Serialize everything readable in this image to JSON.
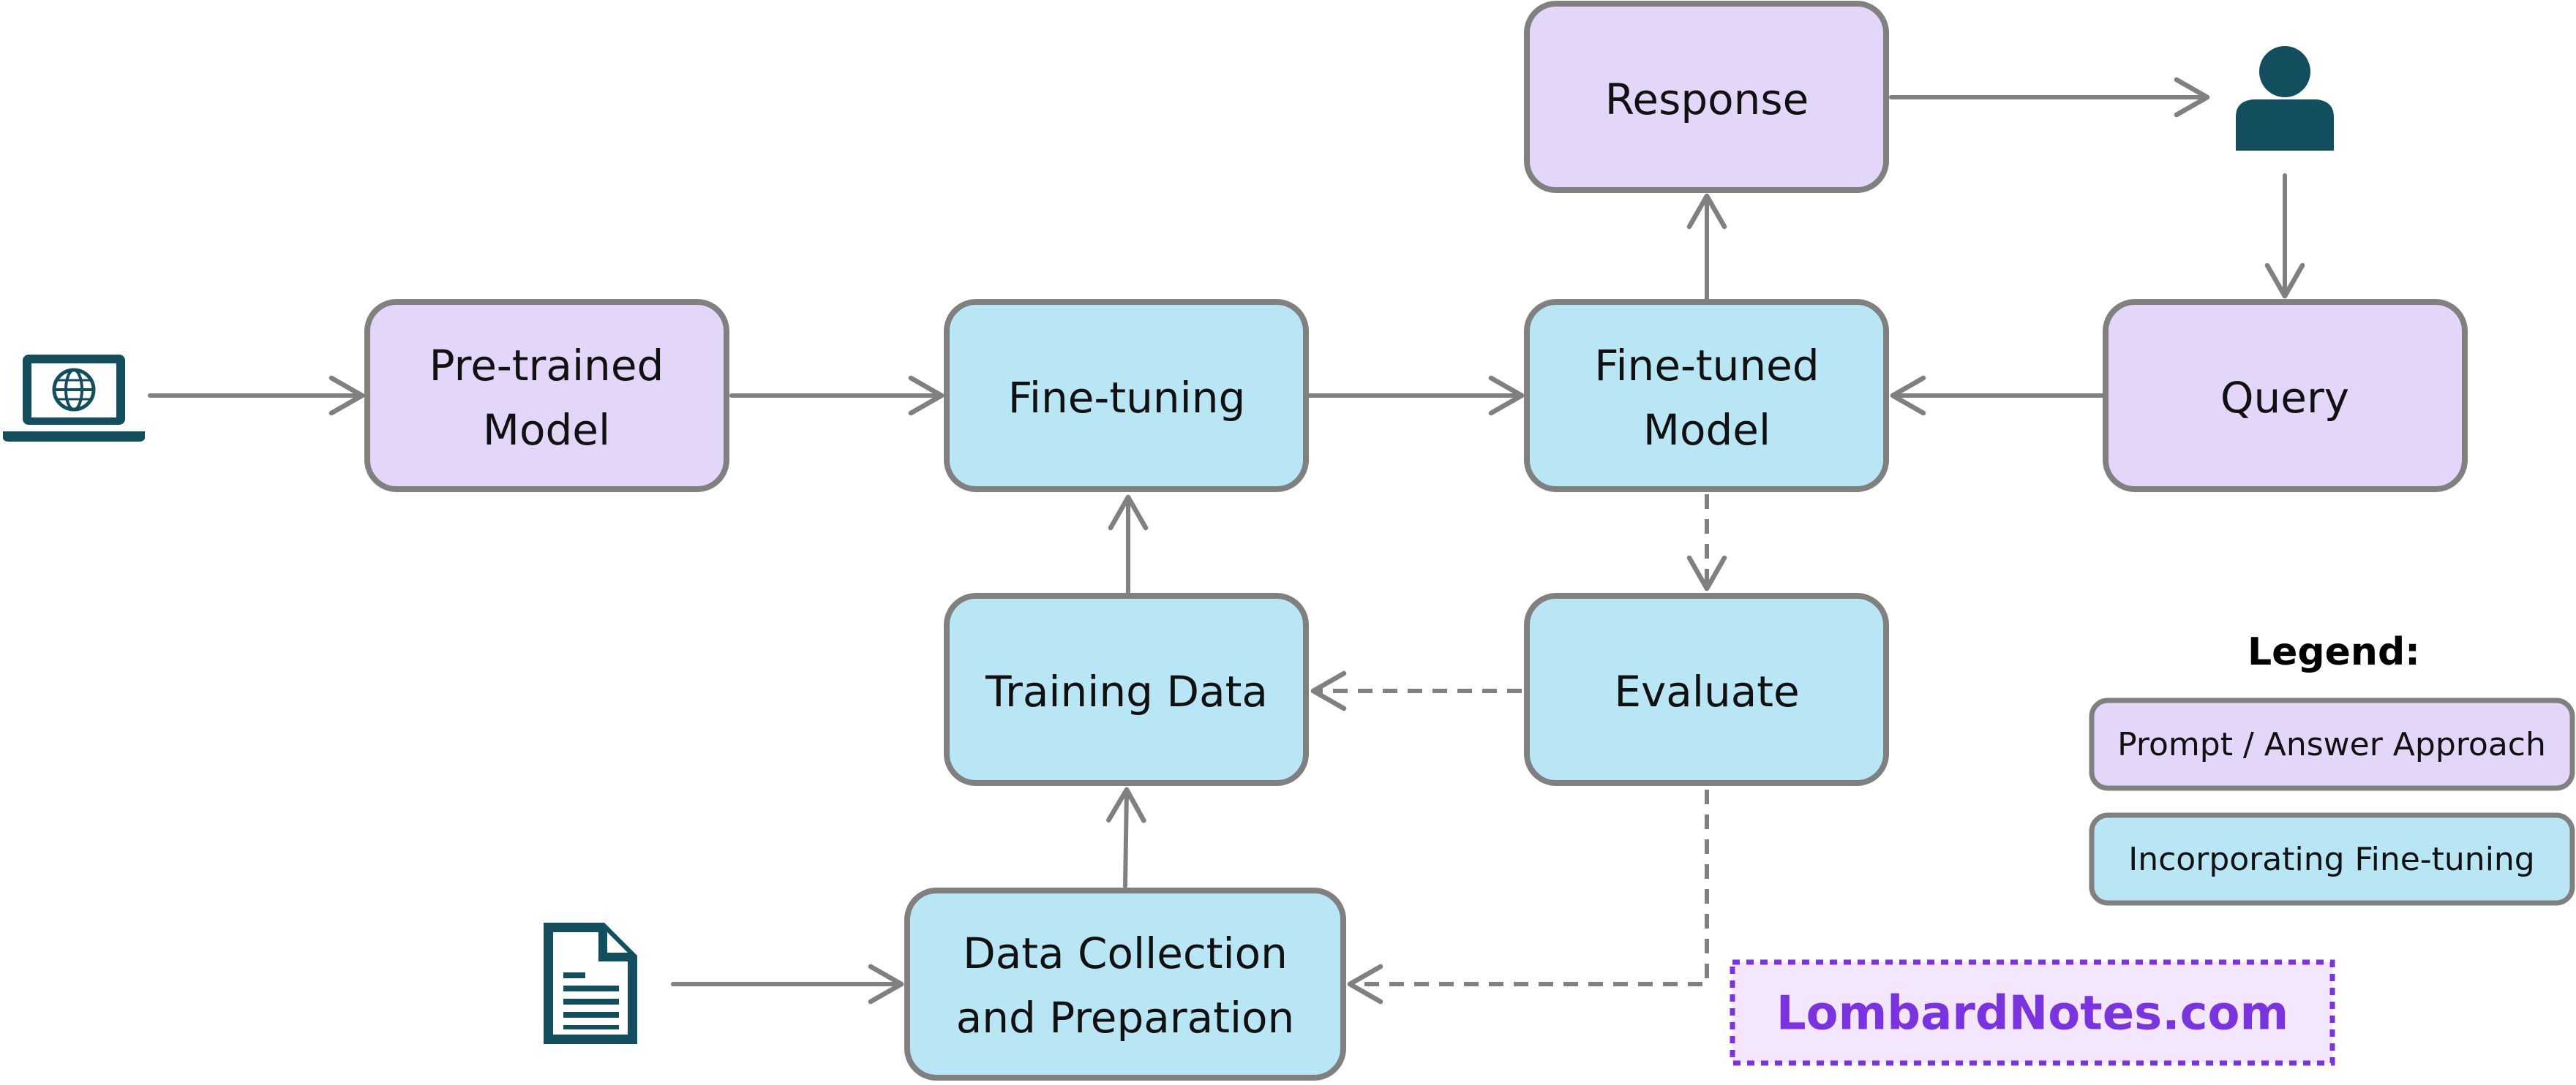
{
  "colors": {
    "prompt_box_fill": "#e3d6f9",
    "finetune_box_fill": "#b8e6f4",
    "box_border": "#808080",
    "arrow": "#808080",
    "icon": "#134e5e",
    "watermark": "#7a33e0",
    "watermark_bg": "#f3e6fd"
  },
  "nodes": {
    "response": "Response",
    "pretrained_line1": "Pre-trained",
    "pretrained_line2": "Model",
    "finetuning": "Fine-tuning",
    "finetuned_line1": "Fine-tuned",
    "finetuned_line2": "Model",
    "query": "Query",
    "training_data": "Training Data",
    "evaluate": "Evaluate",
    "data_collection_line1": "Data Collection",
    "data_collection_line2": "and Preparation"
  },
  "legend": {
    "title": "Legend:",
    "prompt": "Prompt / Answer Approach",
    "finetune": "Incorporating Fine-tuning"
  },
  "icons": {
    "laptop": "laptop-globe-icon",
    "user": "user-icon",
    "document": "document-icon"
  },
  "watermark": "LombardNotes.com"
}
